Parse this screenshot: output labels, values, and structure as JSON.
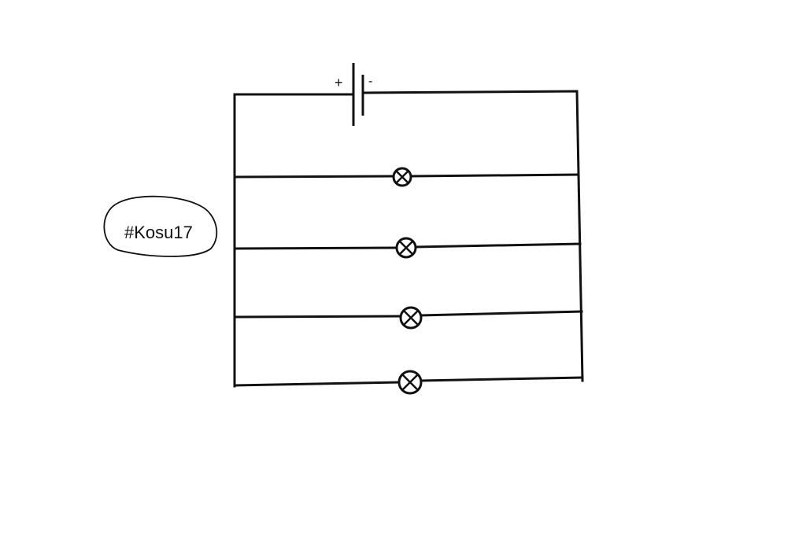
{
  "diagram": {
    "type": "parallel-circuit",
    "battery": {
      "plus_label": "+",
      "minus_label": "-"
    },
    "lamps": [
      {
        "id": "lamp-1",
        "symbol": "⊗"
      },
      {
        "id": "lamp-2",
        "symbol": "⊗"
      },
      {
        "id": "lamp-3",
        "symbol": "⊗"
      },
      {
        "id": "lamp-4",
        "symbol": "⊗"
      }
    ],
    "annotation": {
      "text": "#Kosu17"
    },
    "colors": {
      "line": "#111111",
      "background": "#ffffff"
    }
  }
}
